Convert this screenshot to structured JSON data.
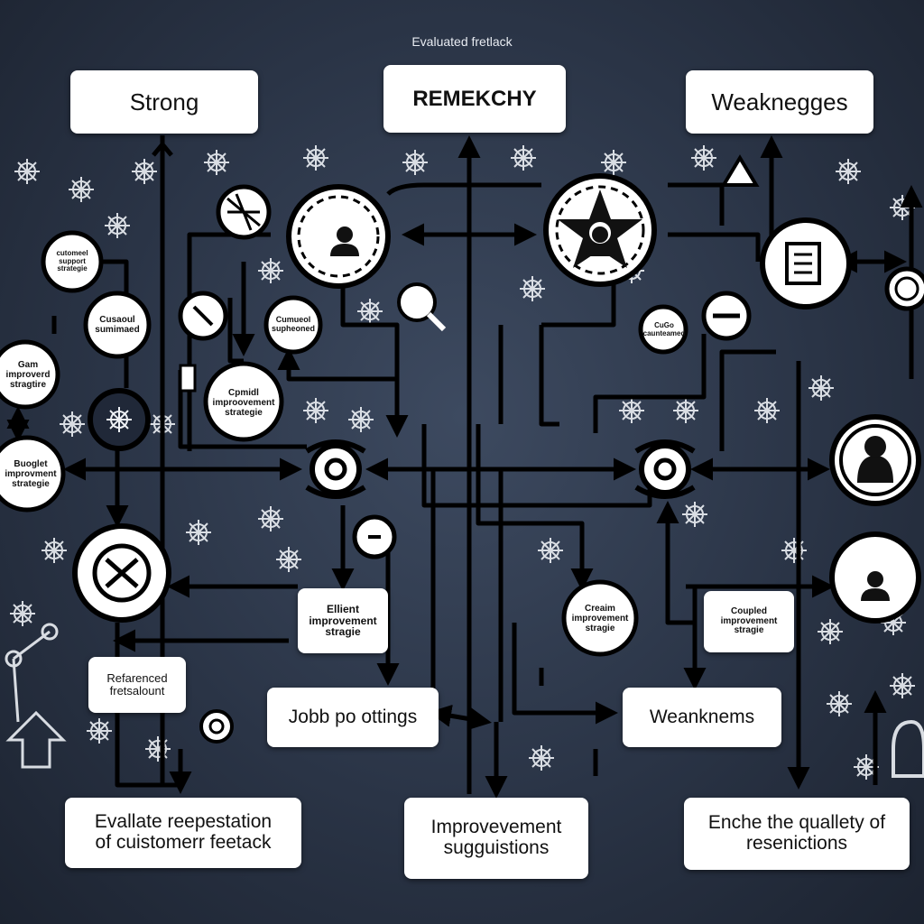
{
  "caption": "Evaluated fretlack",
  "header_labels": {
    "strong": "Strong",
    "remekchy": "REMEKCHY",
    "weaknesses": "Weaknegges"
  },
  "nodes": {
    "left_top": "cutomeel\nsupport\nstrategie",
    "left_mid": "Cusaoul\nsumimaed",
    "left_side": "Gam\nimproverd\nstragtire",
    "left_low": "Buoglet\nimprovment\nstrategie",
    "center_left": "Cumueol\nsupheoned",
    "center_mid": "Cpmidl\nimproovement\nstrategie",
    "right_top": "CuGo\ncaunteamed"
  },
  "mid_labels": {
    "efficient": "Ellient\nimprovement\nstragie",
    "dream": "Creaim\nimprovement\nstragie",
    "coupled": "Coupled\nimprovement\nstragie",
    "referenced": "Refarenced\nfretsalount",
    "job_postings": "Jobb po ottings",
    "weaknesses_box": "Weanknems"
  },
  "bottom_labels": {
    "evaluate": "Evallate reepestation\nof cuistomerr feetack",
    "improvement": "Improvevement\nsugguistions",
    "enhance": "Enche the quallety of\nresenictions"
  },
  "colors": {
    "background": "#2a3446",
    "line": "#000000",
    "box": "#ffffff",
    "icon": "#f2f4f7"
  }
}
